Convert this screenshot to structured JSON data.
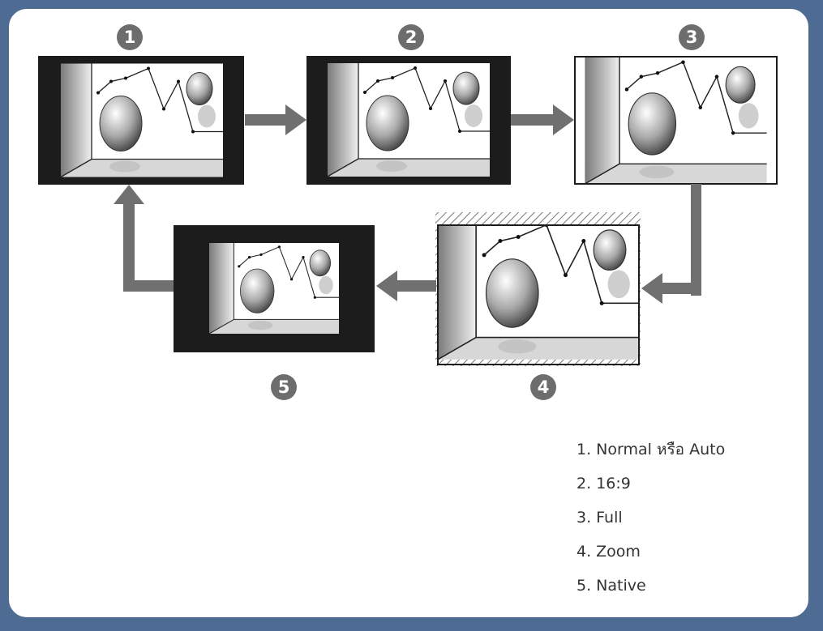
{
  "colors": {
    "frame": "#4e6b93",
    "arrow": "#707070",
    "badge": "#6d6d6d",
    "bar": "#1c1c1c"
  },
  "steps": [
    {
      "badge": "1"
    },
    {
      "badge": "2"
    },
    {
      "badge": "3"
    },
    {
      "badge": "4"
    },
    {
      "badge": "5"
    }
  ],
  "legend": [
    "1. Normal หรือ Auto",
    "2. 16:9",
    "3. Full",
    "4. Zoom",
    "5. Native"
  ],
  "flow": [
    "1 → 2",
    "2 → 3",
    "3 → 4",
    "4 → 5",
    "5 → 1"
  ]
}
